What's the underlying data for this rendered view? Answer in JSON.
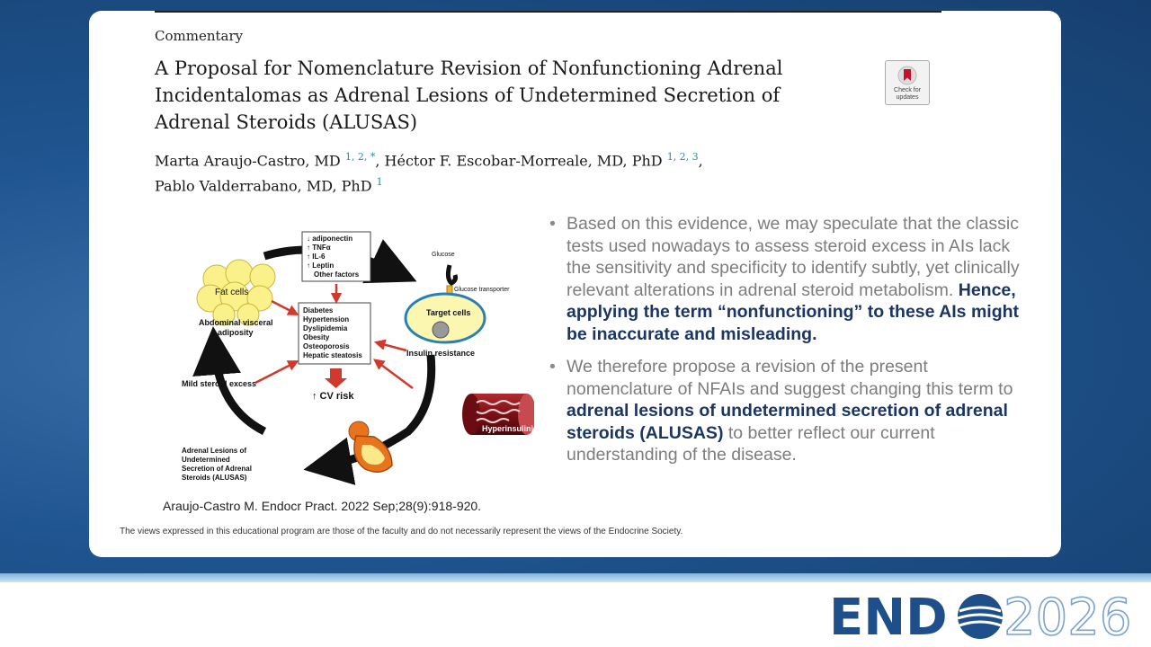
{
  "slide": {
    "kicker": "Commentary",
    "title": "A Proposal for Nomenclature Revision of Nonfunctioning Adrenal Incidentalomas as Adrenal Lesions of Undetermined Secretion of Adrenal Steroids (ALUSAS)",
    "authors": [
      {
        "name": "Marta Araujo-Castro, MD",
        "sup": "1, 2, *",
        "sep": ", "
      },
      {
        "name": "Héctor F. Escobar-Morreale, MD, PhD",
        "sup": "1, 2, 3",
        "sep": ","
      },
      {
        "name": "Pablo Valderrabano, MD, PhD",
        "sup": "1",
        "sep": ""
      }
    ],
    "badge": {
      "line1": "Check for",
      "line2": "updates"
    },
    "citation": "Araujo-Castro M. Endocr Pract. 2022 Sep;28(9):918-920.",
    "disclaimer": "The views expressed in this educational program are those of the faculty and do not necessarily represent the views of the Endocrine Society."
  },
  "diagram": {
    "factors": [
      "↓ adiponectin",
      "↑ TNFα",
      "↑ IL-6",
      "↑ Leptin",
      "Other factors"
    ],
    "fat_cells": "Fat cells",
    "visceral_line1": "Abdominal visceral",
    "visceral_line2": "adiposity",
    "glucose": "Glucose",
    "transporter": "Glucose transporter",
    "target_cells": "Target cells",
    "conditions": [
      "Diabetes",
      "Hypertension",
      "Dyslipidemia",
      "Obesity",
      "Osteoporosis",
      "Hepatic steatosis"
    ],
    "insulin_resistance": "Insulin resistance",
    "mild_steroid": "Mild steroid excess",
    "cv_risk": "↑ CV risk",
    "hyperinsulinism": "Hyperinsulinism",
    "alusas": [
      "Adrenal Lesions of",
      "Undetermined",
      "Secretion of Adrenal",
      "Steroids (ALUSAS)"
    ]
  },
  "bullets": {
    "b1_plain": "Based on this evidence, we may speculate that the classic tests used nowadays to assess steroid excess in AIs lack the sensitivity and specificity to identify subtly, yet clinically relevant alterations in adrenal steroid metabolism. ",
    "b1_bold": "Hence, applying the term “nonfunctioning” to these AIs might be inaccurate and misleading.",
    "b2_plain": "We therefore propose a revision of the present nomenclature of NFAIs and suggest changing this term to ",
    "b2_bold": "adrenal lesions of undetermined secretion of adrenal steroids (ALUSAS)",
    "b2_end": " to better reflect our current understanding of the disease."
  },
  "logo": {
    "brand": "END",
    "year": "2026"
  },
  "colors": {
    "accent_dark": "#1c3663",
    "bullet_grey": "#7d7d7d",
    "arrow_red": "#d0392b",
    "brand_blue": "#1f4f8a"
  }
}
